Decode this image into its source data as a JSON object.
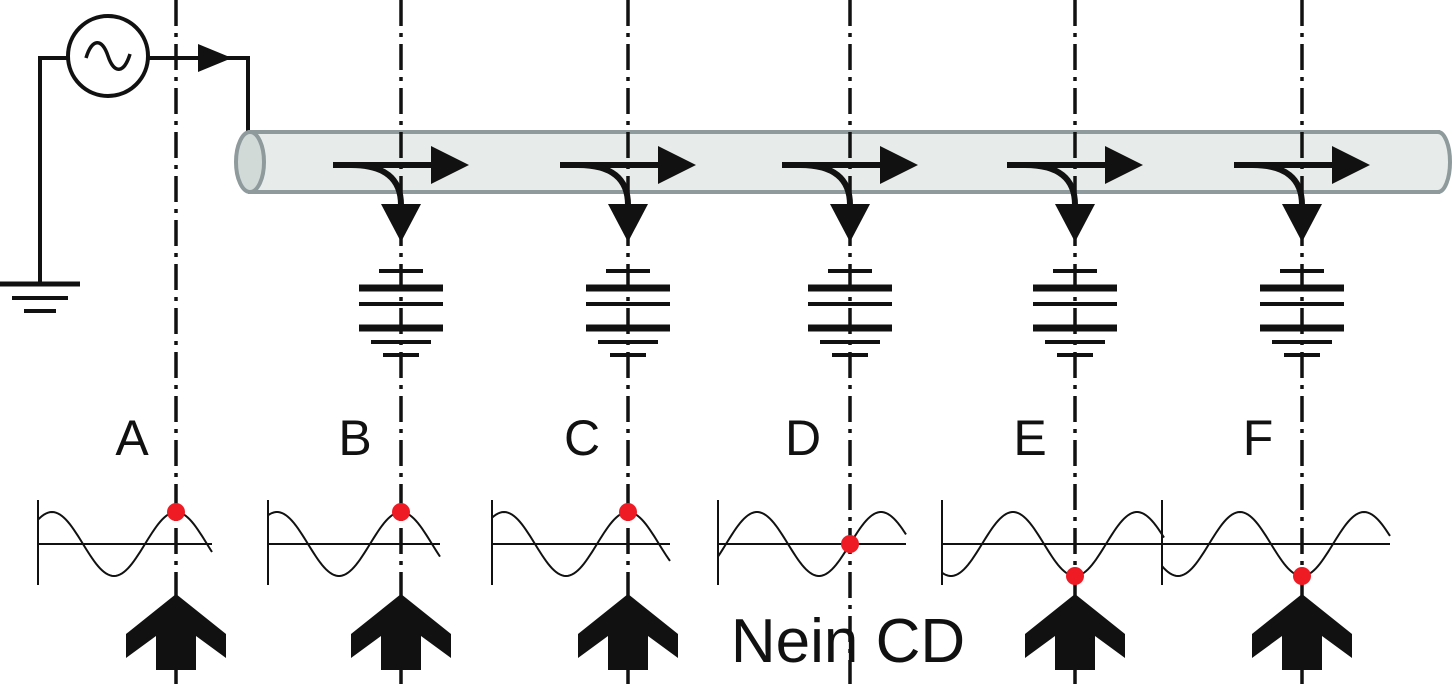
{
  "labels": [
    "A",
    "B",
    "C",
    "D",
    "E",
    "F"
  ],
  "no_cd_text": "Nein CD",
  "phase_markers": [
    "peak",
    "peak",
    "peak",
    "zero",
    "trough",
    "trough"
  ],
  "arrow_present": [
    true,
    true,
    true,
    false,
    true,
    true
  ],
  "colors": {
    "ink": "#111111",
    "tube_fill": "#e7ecea",
    "tube_stroke": "#8e9a9b",
    "marker": "#ef1b24"
  }
}
